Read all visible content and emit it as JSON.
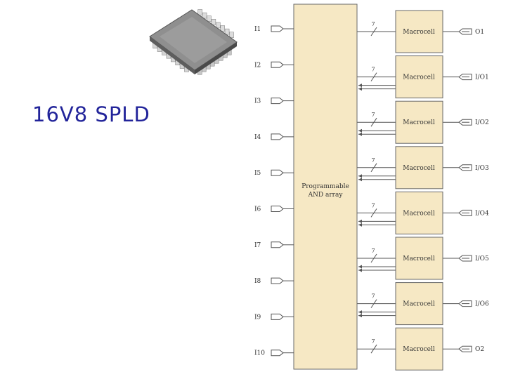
{
  "title": "16V8 SPLD",
  "diagram": {
    "and_array_label": [
      "Programmable",
      "AND array"
    ],
    "inputs": [
      "I1",
      "I2",
      "I3",
      "I4",
      "I5",
      "I6",
      "I7",
      "I8",
      "I9",
      "I10"
    ],
    "macrocell_label": "Macrocell",
    "bus_width": "7",
    "outputs": [
      "O1",
      "I/O1",
      "I/O2",
      "I/O3",
      "I/O4",
      "I/O5",
      "I/O6",
      "O2"
    ]
  },
  "colors": {
    "block_fill": "#f6e8c4",
    "block_stroke": "#6a6a6a",
    "title": "#22249a"
  },
  "icons": {
    "chip": "plcc-chip-icon"
  }
}
